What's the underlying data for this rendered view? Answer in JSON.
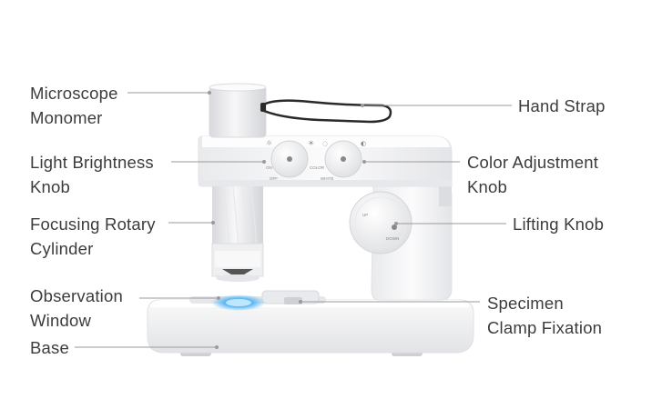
{
  "labels": {
    "microscope_monomer": [
      "Microscope",
      "Monomer"
    ],
    "light_brightness_knob": [
      "Light Brightness",
      "Knob"
    ],
    "focusing_rotary_cylinder": [
      "Focusing Rotary",
      "Cylinder"
    ],
    "observation_window": [
      "Observation",
      "Window"
    ],
    "base": [
      "Base"
    ],
    "hand_strap": [
      "Hand Strap"
    ],
    "color_adjustment_knob": [
      "Color Adjustment",
      "Knob"
    ],
    "lifting_knob": [
      "Lifting Knob"
    ],
    "specimen_clamp_fixation": [
      "Specimen",
      "Clamp Fixation"
    ]
  },
  "knob_markings": {
    "left_knob": [
      "ON",
      "OFF"
    ],
    "middle_knob": [
      "COLOR",
      "WHITE"
    ],
    "lifting_knob": [
      "UP",
      "DOWN"
    ]
  },
  "colors": {
    "body": "#f4f4f5",
    "shadow": "#dcdde0",
    "leader_line": "#9a9a9a",
    "text": "#3c3c3c",
    "led_glow": "#58b8f5"
  }
}
